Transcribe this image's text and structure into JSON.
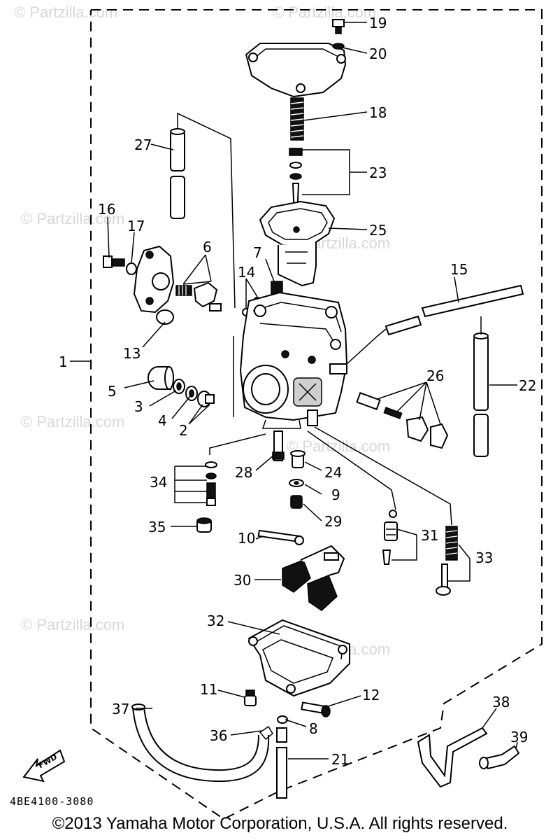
{
  "diagram": {
    "part_code": "4BE4100-3080",
    "copyright": "©2013 Yamaha Motor Corporation, U.S.A. All rights reserved.",
    "fwd_label": "FWD",
    "watermark": "© Partzilla.com",
    "callouts": [
      "1",
      "2",
      "3",
      "4",
      "5",
      "6",
      "7",
      "8",
      "9",
      "10",
      "11",
      "12",
      "13",
      "14",
      "15",
      "16",
      "17",
      "18",
      "19",
      "20",
      "21",
      "22",
      "23",
      "24",
      "25",
      "26",
      "27",
      "28",
      "29",
      "30",
      "31",
      "32",
      "33",
      "34",
      "35",
      "36",
      "37",
      "38",
      "39"
    ]
  }
}
